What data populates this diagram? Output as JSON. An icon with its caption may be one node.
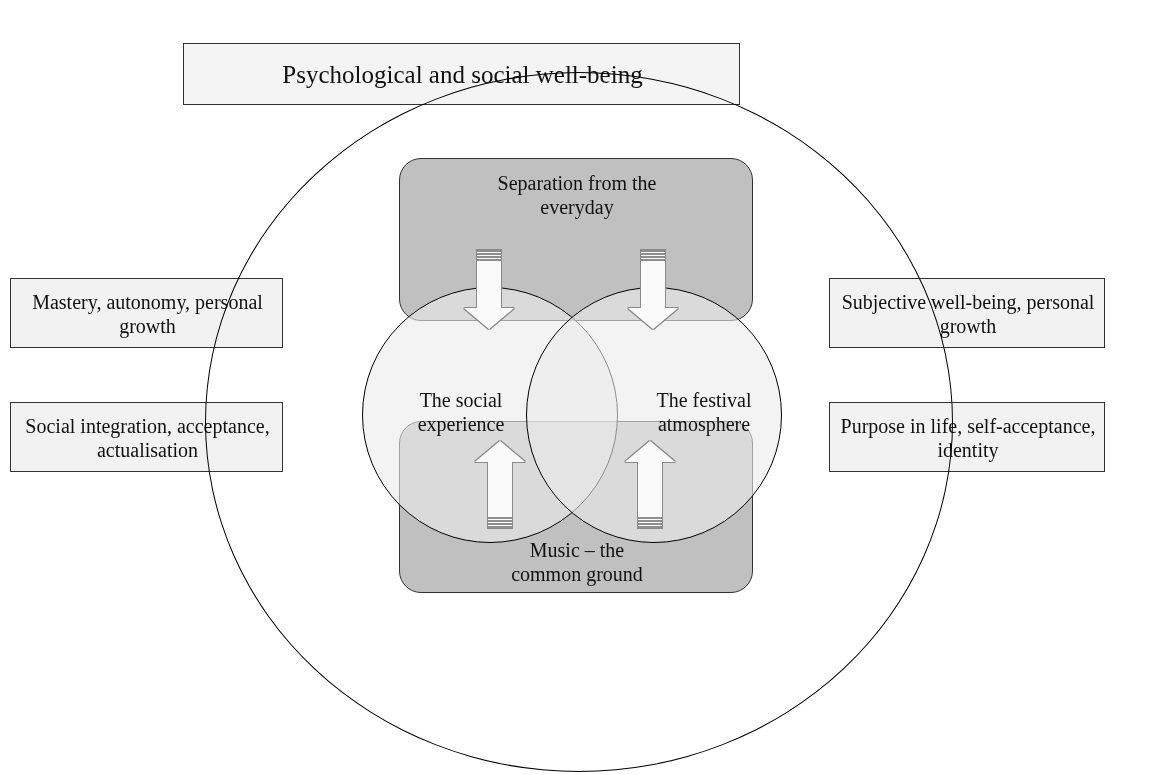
{
  "diagram": {
    "nodes": [
      {
        "text": [],
        "shape": "circle"
      },
      {
        "text": [
          "Psychological and social well-being"
        ]
      },
      {
        "text": [
          "Separation from the everyday"
        ],
        "in": 0
      },
      {
        "text": [
          "Music – the common ground"
        ],
        "in": 0
      },
      {
        "text": [
          "The social experience"
        ],
        "in": 0
      },
      {
        "text": [
          "The festival atmosphere"
        ],
        "in": 0
      },
      {
        "text": [
          "Mastery, autonomy, personal growth"
        ]
      },
      {
        "text": [
          "Subjective well-being, personal growth"
        ]
      },
      {
        "text": [
          "Social integration, acceptance, actualisation"
        ]
      },
      {
        "text": [
          "Purpose in life, self-acceptance, identity"
        ]
      }
    ],
    "edges": [
      {
        "from": 2,
        "to": 4,
        "arrow": "to"
      },
      {
        "from": 2,
        "to": 5,
        "arrow": "to"
      },
      {
        "from": 3,
        "to": 4,
        "arrow": "to"
      },
      {
        "from": 3,
        "to": 5,
        "arrow": "to"
      }
    ]
  }
}
